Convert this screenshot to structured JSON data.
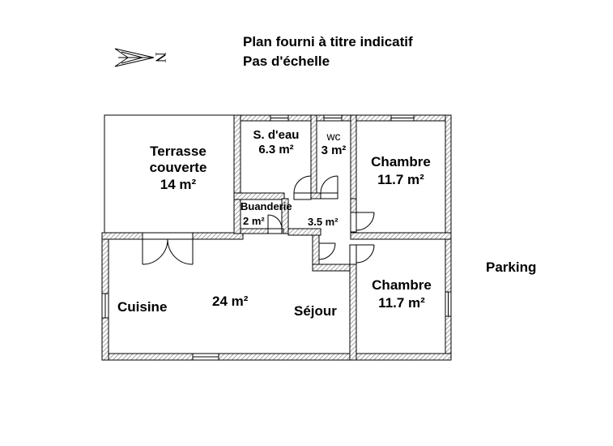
{
  "header": {
    "note_line1": "Plan fourni  à titre indicatif",
    "note_line2": "Pas d'échelle"
  },
  "compass": {
    "letter": "N"
  },
  "rooms": {
    "terrasse": {
      "line1": "Terrasse",
      "line2": "couverte",
      "area": "14 m²"
    },
    "sdeau": {
      "name": "S. d'eau",
      "area": "6.3 m²"
    },
    "wc": {
      "name": "wc",
      "area": "3 m²"
    },
    "chambre1": {
      "name": "Chambre",
      "area": "11.7 m²"
    },
    "buanderie": {
      "name": "Buanderie",
      "area": "2 m²"
    },
    "couloir": {
      "area": "3.5 m²"
    },
    "cuisine": {
      "name": "Cuisine"
    },
    "sejour": {
      "name": "Séjour",
      "area": "24 m²"
    },
    "chambre2": {
      "name": "Chambre",
      "area": "11.7 m²"
    }
  },
  "parking": {
    "label": "Parking"
  },
  "colors": {
    "wall_hatch": "#9a9a9a",
    "line": "#000000",
    "background": "#ffffff"
  }
}
